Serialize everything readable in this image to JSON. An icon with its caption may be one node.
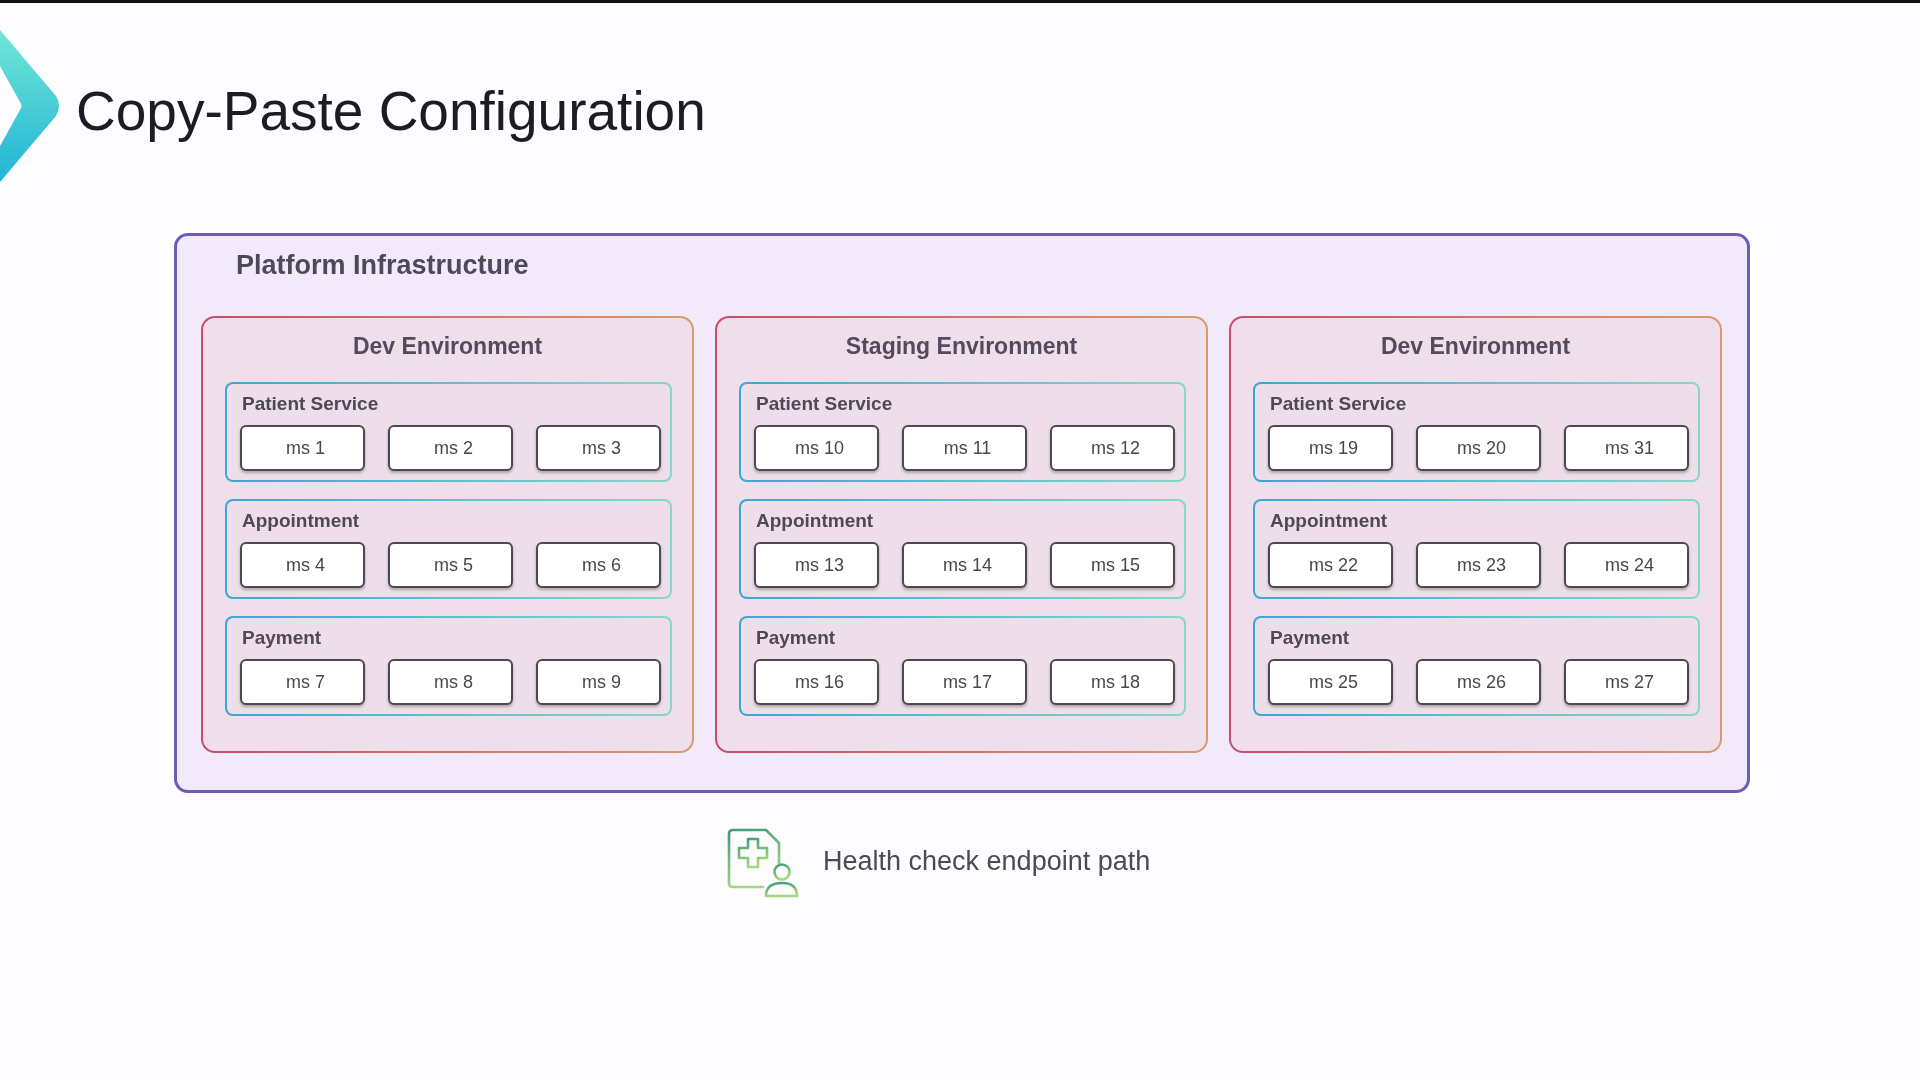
{
  "diagram": {
    "title": "Copy-Paste Configuration",
    "nodes": [
      {
        "text": [
          "Platform Infrastructure"
        ]
      },
      {
        "text": [
          "Dev Environment"
        ],
        "in": 0
      },
      {
        "text": [
          "Patient Service"
        ],
        "in": 1
      },
      {
        "text": [
          "ms 1"
        ],
        "in": 2
      },
      {
        "text": [
          "ms 2"
        ],
        "in": 2
      },
      {
        "text": [
          "ms 3"
        ],
        "in": 2
      },
      {
        "text": [
          "Appointment"
        ],
        "in": 1
      },
      {
        "text": [
          "ms 4"
        ],
        "in": 6
      },
      {
        "text": [
          "ms 5"
        ],
        "in": 6
      },
      {
        "text": [
          "ms 6"
        ],
        "in": 6
      },
      {
        "text": [
          "Payment"
        ],
        "in": 1
      },
      {
        "text": [
          "ms 7"
        ],
        "in": 10
      },
      {
        "text": [
          "ms 8"
        ],
        "in": 10
      },
      {
        "text": [
          "ms 9"
        ],
        "in": 10
      },
      {
        "text": [
          "Staging Environment"
        ],
        "in": 0
      },
      {
        "text": [
          "Patient Service"
        ],
        "in": 14
      },
      {
        "text": [
          "ms 10"
        ],
        "in": 15
      },
      {
        "text": [
          "ms 11"
        ],
        "in": 15
      },
      {
        "text": [
          "ms 12"
        ],
        "in": 15
      },
      {
        "text": [
          "Appointment"
        ],
        "in": 14
      },
      {
        "text": [
          "ms 13"
        ],
        "in": 19
      },
      {
        "text": [
          "ms 14"
        ],
        "in": 19
      },
      {
        "text": [
          "ms 15"
        ],
        "in": 19
      },
      {
        "text": [
          "Payment"
        ],
        "in": 14
      },
      {
        "text": [
          "ms 16"
        ],
        "in": 23
      },
      {
        "text": [
          "ms 17"
        ],
        "in": 23
      },
      {
        "text": [
          "ms 18"
        ],
        "in": 23
      },
      {
        "text": [
          "Dev Environment"
        ],
        "in": 0
      },
      {
        "text": [
          "Patient Service"
        ],
        "in": 27
      },
      {
        "text": [
          "ms 19"
        ],
        "in": 28
      },
      {
        "text": [
          "ms 20"
        ],
        "in": 28
      },
      {
        "text": [
          "ms 31"
        ],
        "in": 28
      },
      {
        "text": [
          "Appointment"
        ],
        "in": 27
      },
      {
        "text": [
          "ms 22"
        ],
        "in": 32
      },
      {
        "text": [
          "ms 23"
        ],
        "in": 32
      },
      {
        "text": [
          "ms 24"
        ],
        "in": 32
      },
      {
        "text": [
          "Payment"
        ],
        "in": 27
      },
      {
        "text": [
          "ms 25"
        ],
        "in": 36
      },
      {
        "text": [
          "ms 26"
        ],
        "in": 36
      },
      {
        "text": [
          "ms 27"
        ],
        "in": 36
      }
    ],
    "labels": [
      "Health check endpoint path"
    ]
  }
}
